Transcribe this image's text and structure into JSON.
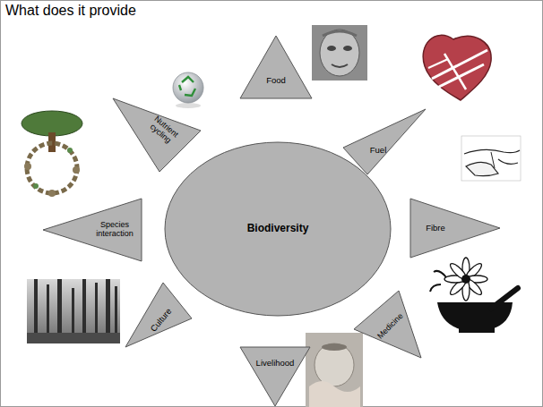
{
  "diagram": {
    "title": "What does it provide",
    "nodes": [
      {
        "text": [
          "Biodiversity"
        ]
      },
      {
        "text": [
          "Food"
        ]
      },
      {
        "text": [
          "Fuel"
        ]
      },
      {
        "text": [
          "Fibre"
        ]
      },
      {
        "text": [
          "Medicine"
        ]
      },
      {
        "text": [
          "Livelihood"
        ]
      },
      {
        "text": [
          "Culture"
        ]
      },
      {
        "text": [
          "Species interaction"
        ]
      },
      {
        "text": [
          "Nutrient cycling"
        ]
      }
    ]
  }
}
